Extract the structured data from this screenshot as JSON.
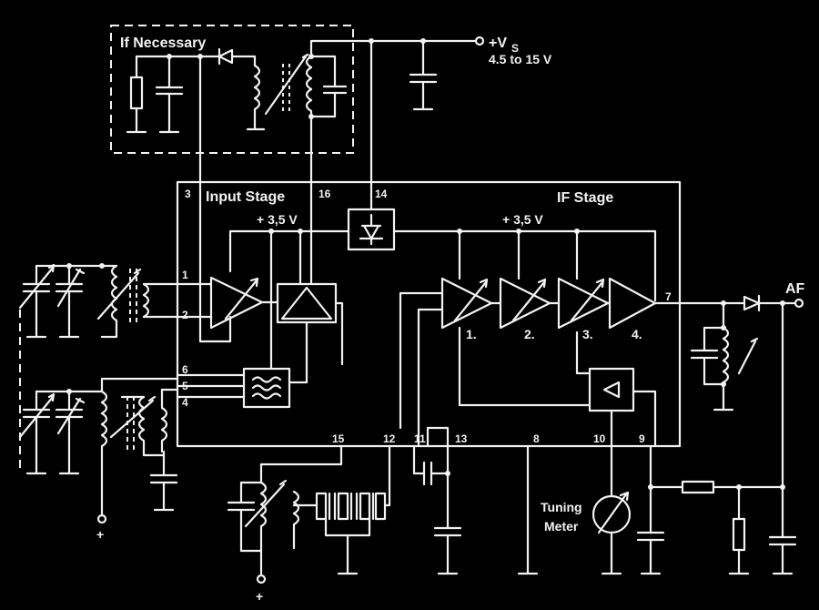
{
  "colors": {
    "background": "#000000",
    "ink": "#f2f2f2"
  },
  "labels": {
    "if_necessary": "If Necessary",
    "supply_v": "+V",
    "supply_sub": "S",
    "supply_range": "4.5 to 15 V",
    "input_stage": "Input Stage",
    "if_stage": "IF Stage",
    "vref_left": "+ 3,5 V",
    "vref_right": "+ 3,5 V",
    "af": "AF",
    "tuning": "Tuning",
    "meter": "Meter",
    "plus_left": "+",
    "plus_bottom": "+"
  },
  "pins": {
    "p1": "1",
    "p2": "2",
    "p3": "3",
    "p4": "4",
    "p5": "5",
    "p6": "6",
    "p7": "7",
    "p8": "8",
    "p9": "9",
    "p10": "10",
    "p11": "11",
    "p12": "12",
    "p13": "13",
    "p14": "14",
    "p15": "15",
    "p16": "16"
  },
  "amp_stages": {
    "s1": "1.",
    "s2": "2.",
    "s3": "3.",
    "s4": "4."
  }
}
